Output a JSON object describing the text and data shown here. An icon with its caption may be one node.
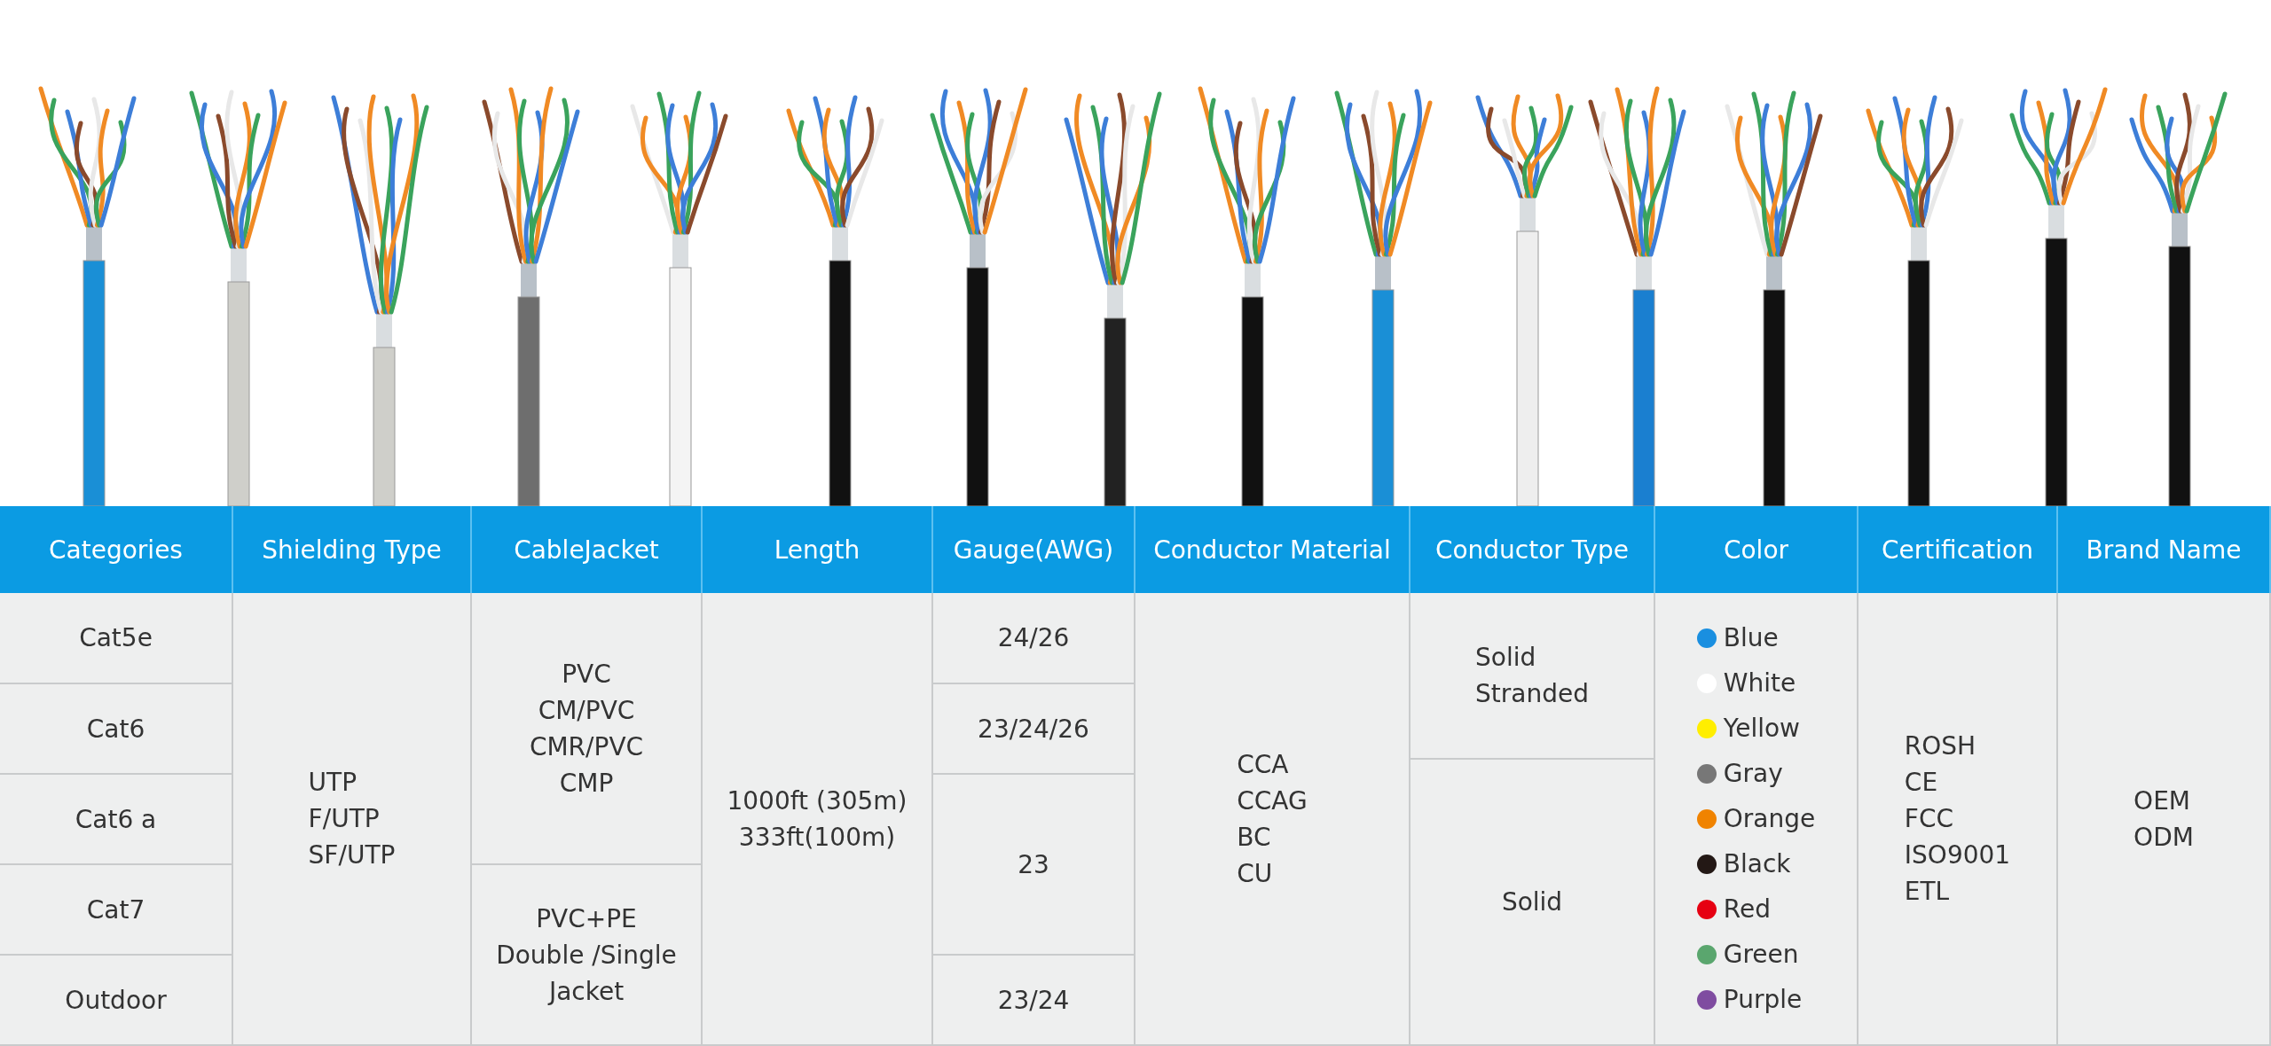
{
  "diagram": {
    "labels": [
      "Categories",
      "Shielding Type",
      "CableJacket",
      "Length",
      "Gauge(AWG)",
      "Conductor Material",
      "Conductor Type",
      "Color",
      "Certification",
      "Brand Name",
      "Cat5e",
      "UTP",
      "F/UTP",
      "SF/UTP",
      "PVC",
      "CM/PVC",
      "CMR/PVC",
      "CMP",
      "1000ft (305m)",
      "333ft(100m)",
      "24/26",
      "CCA",
      "CCAG",
      "BC",
      "CU",
      "Solid",
      "Stranded",
      "ROSH",
      "CE",
      "FCC",
      "ISO9001",
      "ETL",
      "OEM",
      "ODM",
      "Cat6",
      "23/24/26",
      "Cat6 a",
      "23",
      "Solid",
      "Cat7",
      "PVC+PE",
      "Double /Single",
      "Outdoor",
      "Jacket",
      "23/24"
    ],
    "legend": [
      {
        "text": "Blue",
        "color": "#1a8fe0"
      },
      {
        "text": "White",
        "color": "#ffffff"
      },
      {
        "text": "Yellow",
        "color": "#ffee00"
      },
      {
        "text": "Gray",
        "color": "#777777"
      },
      {
        "text": "Orange",
        "color": "#f08300"
      },
      {
        "text": "Black",
        "color": "#231815"
      },
      {
        "text": "Red",
        "color": "#e60012"
      },
      {
        "text": "Green",
        "color": "#5aa66e"
      },
      {
        "text": "Purple",
        "color": "#7f4ca0"
      }
    ]
  }
}
